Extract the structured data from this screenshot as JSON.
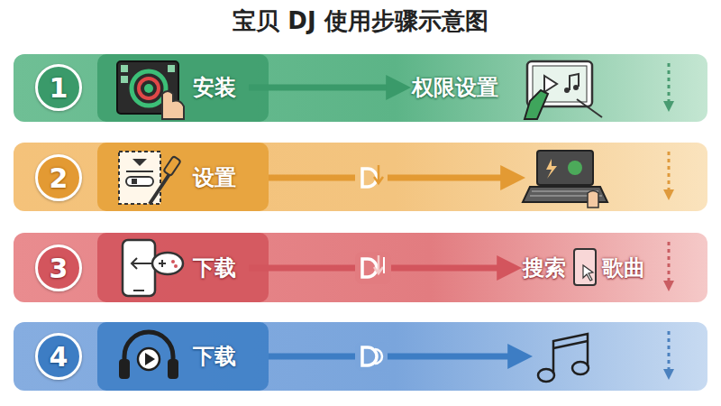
{
  "diagram": {
    "title": "宝贝 DJ 使用步骤示意图",
    "nodes": [
      {
        "text": [
          "1"
        ]
      },
      {
        "text": [
          "安装"
        ]
      },
      {
        "text": [
          "权限设置"
        ]
      },
      {
        "text": [
          "2"
        ]
      },
      {
        "text": [
          "设置"
        ]
      },
      {
        "text": [
          "3"
        ]
      },
      {
        "text": [
          "下载"
        ]
      },
      {
        "text": [
          "搜索"
        ]
      },
      {
        "text": [
          "4"
        ]
      },
      {
        "text": [
          "下载"
        ]
      }
    ],
    "edges": [
      {
        "from": 1,
        "to": 2,
        "arrow": "to"
      },
      {
        "from": 6,
        "to": 7,
        "arrow": "to"
      }
    ],
    "labels": [
      "歌曲"
    ]
  }
}
